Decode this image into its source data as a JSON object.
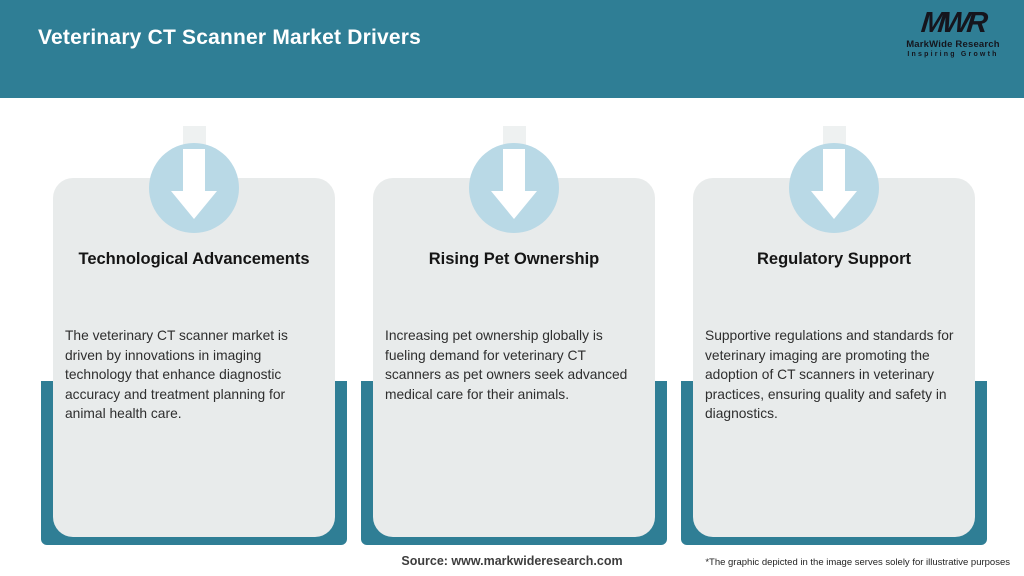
{
  "header": {
    "title": "Veterinary CT Scanner Market Drivers",
    "logo": {
      "monogram": "MWR",
      "name": "MarkWide Research",
      "tagline": "Inspiring Growth"
    }
  },
  "cards": [
    {
      "title": "Technological Advancements",
      "body": "The veterinary CT scanner market is driven by innovations in imaging technology that enhance diagnostic accuracy and treatment planning for animal health care."
    },
    {
      "title": "Rising Pet Ownership",
      "body": "Increasing pet ownership globally is fueling demand for veterinary CT scanners as pet owners seek advanced medical care for their animals."
    },
    {
      "title": "Regulatory Support",
      "body": "Supportive regulations and standards for veterinary imaging are promoting the adoption of CT scanners in veterinary practices, ensuring quality and safety in diagnostics."
    }
  ],
  "footer": {
    "source": "Source: www.markwideresearch.com",
    "disclaimer": "*The graphic depicted in the image serves solely for illustrative purposes"
  },
  "colors": {
    "teal": "#2f7e95",
    "card-bg": "#e8ebeb",
    "circle-blue": "#b9d9e6",
    "stub": "#eef1f1",
    "title-color": "#151515",
    "body-color": "#2e2e2e",
    "logo-color": "#15151d",
    "source-color": "#3d3d3d",
    "disclaimer-color": "#1f1f1f"
  }
}
